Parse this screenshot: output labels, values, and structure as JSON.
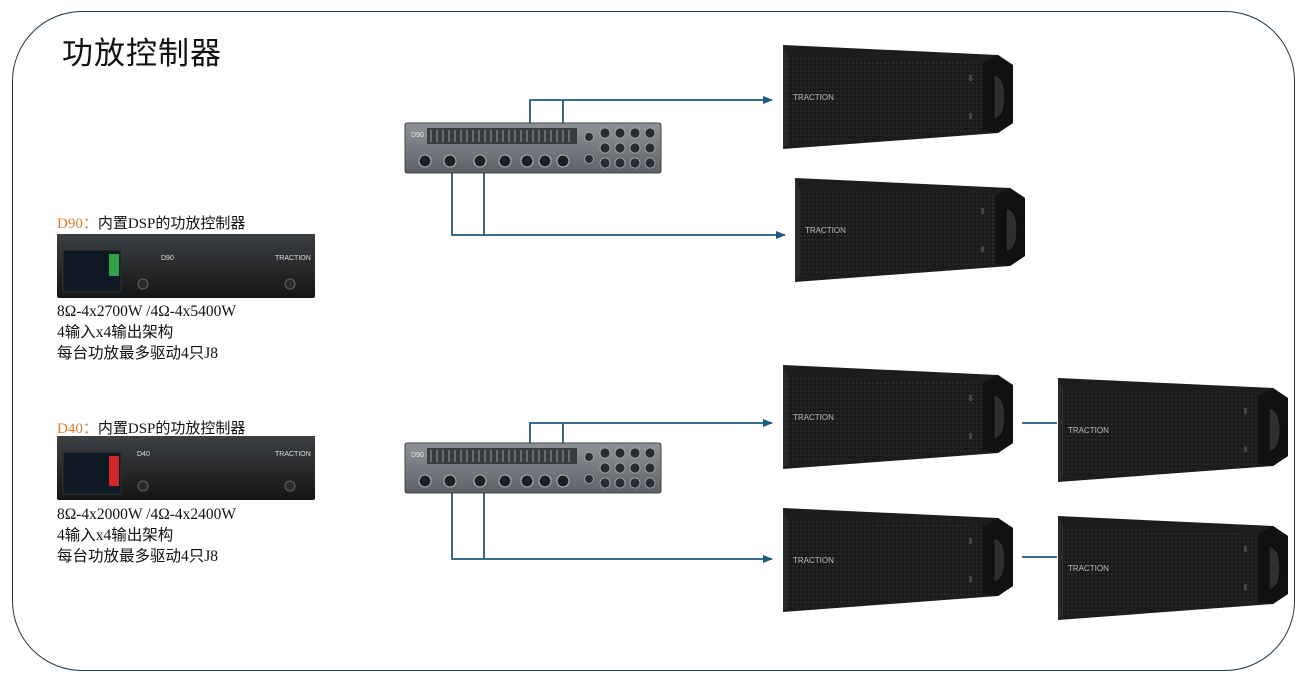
{
  "page": {
    "title": "功放控制器"
  },
  "amplifiers": [
    {
      "code": "D90",
      "separator": "：",
      "description": "内置DSP的功放控制器",
      "front_model_label": "D90",
      "front_brand_label": "TRACTION",
      "specs": [
        "8Ω-4x2700W /4Ω-4x5400W",
        "4输入x4输出架构",
        "每台功放最多驱动4只J8"
      ]
    },
    {
      "code": "D40",
      "separator": "：",
      "description": "内置DSP的功放控制器",
      "front_model_label": "D40",
      "front_brand_label": "TRACTION",
      "specs": [
        "8Ω-4x2000W /4Ω-4x2400W",
        "4输入x4输出架构",
        "每台功放最多驱动4只J8"
      ]
    }
  ],
  "rear_panels": [
    {
      "label": "D90"
    },
    {
      "label": "D90"
    }
  ],
  "speaker_brand": "TRACTION",
  "colors": {
    "line": "#1d5b7e",
    "frame": "#1f3a4d",
    "accent": "#e07a2f",
    "speaker": "#1c1c1c"
  }
}
